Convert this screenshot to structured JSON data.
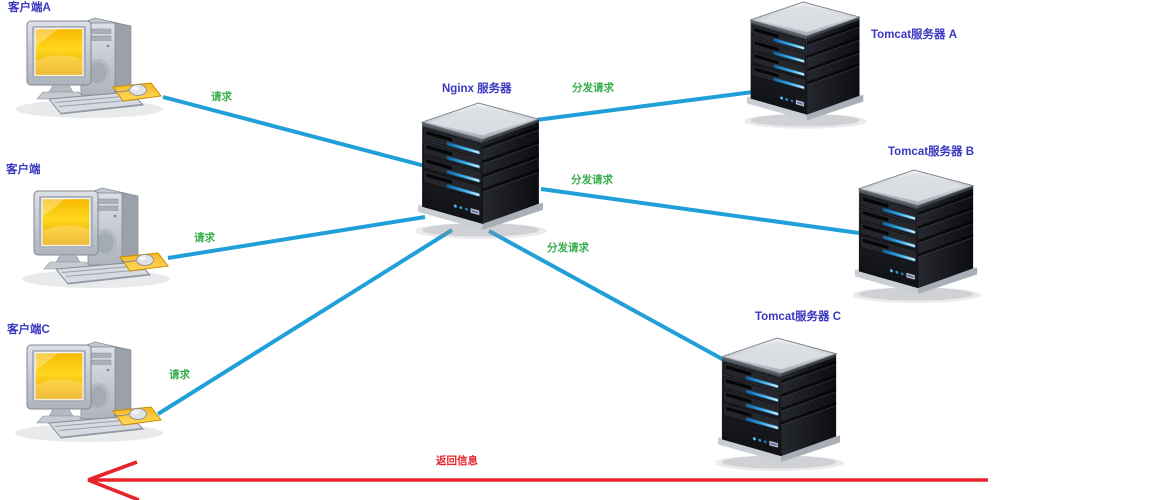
{
  "nodes": {
    "clients": [
      {
        "label": "客户端A"
      },
      {
        "label": "客户端"
      },
      {
        "label": "客户端C"
      }
    ],
    "load_balancer": {
      "label": "Nginx 服务器"
    },
    "servers": [
      {
        "label": "Tomcat服务器 A"
      },
      {
        "label": "Tomcat服务器 B"
      },
      {
        "label": "Tomcat服务器 C"
      }
    ]
  },
  "edges": {
    "requests": [
      {
        "label": "请求"
      },
      {
        "label": "请求"
      },
      {
        "label": "请求"
      }
    ],
    "dispatches": [
      {
        "label": "分发请求"
      },
      {
        "label": "分发请求"
      },
      {
        "label": "分发请求"
      }
    ],
    "return_flow": {
      "label": "返回信息"
    }
  },
  "icons": {
    "client": "desktop-computer-icon",
    "server": "server-tower-icon"
  },
  "colors": {
    "node_label": "#3c38c2",
    "edge_label": "#3aae4f",
    "request_line": "#219fd9",
    "return_line": "#e8232a",
    "background": "#ffffff"
  }
}
